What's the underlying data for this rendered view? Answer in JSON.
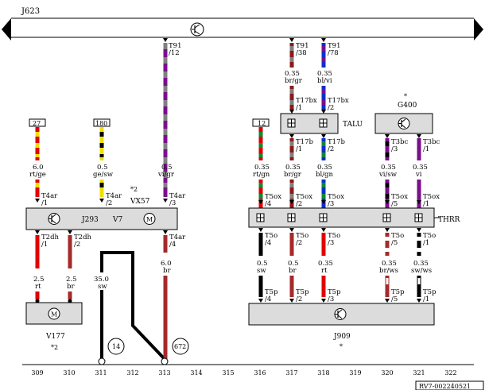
{
  "diagram": {
    "title": "J623",
    "footer_id": "RV7-002240521",
    "rail_numbers": [
      "309",
      "310",
      "311",
      "312",
      "313",
      "314",
      "315",
      "316",
      "317",
      "318",
      "319",
      "320",
      "321",
      "322"
    ],
    "components": {
      "j293": "J293",
      "v7": "V7",
      "vx57": "VX57",
      "vx57_note": "*2",
      "v177": "V177",
      "v177_note": "*2",
      "talu": "TALU",
      "thrr": "THRR",
      "g400": "G400",
      "g400_note": "*",
      "j909": "J909",
      "j909_note": "*"
    },
    "tags": {
      "t27": "27",
      "t180": "180",
      "t12": "12"
    },
    "ground_points": {
      "g14": "14",
      "g672": "672"
    },
    "labels": {
      "t91_12_a": "T91",
      "t91_12_b": "/12",
      "t91_38_a": "T91",
      "t91_38_b": "/38",
      "t91_78_a": "T91",
      "t91_78_b": "/78",
      "w318_top_a": "0.35",
      "w318_top_b": "br/gr",
      "w319_top_a": "0.35",
      "w319_top_b": "bl/vi",
      "t17bx1_a": "T17bx",
      "t17bx1_b": "/1",
      "t17bx2_a": "T17bx",
      "t17bx2_b": "/2",
      "t17b1_a": "T17b",
      "t17b1_b": "/1",
      "t17b2_a": "T17b",
      "t17b2_b": "/2",
      "t3bc3_a": "T3bc",
      "t3bc3_b": "/3",
      "t3bc1_a": "T3bc",
      "t3bc1_b": "/1",
      "w_rtge_a": "6.0",
      "w_rtge_b": "rt/ge",
      "w_gesw_a": "0.5",
      "w_gesw_b": "ge/sw",
      "w_vigr_a": "0.5",
      "w_vigr_b": "vi/gr",
      "w_rtgn_a": "0.35",
      "w_rtgn_b": "rt/gn",
      "w_brgr2_a": "0.35",
      "w_brgr2_b": "br/gr",
      "w_blgn_a": "0.35",
      "w_blgn_b": "bl/gn",
      "w_visw_a": "0.35",
      "w_visw_b": "vi/sw",
      "w_vi_a": "0.35",
      "w_vi_b": "vi",
      "t4ar1_a": "T4ar",
      "t4ar1_b": "/1",
      "t4ar2_a": "T4ar",
      "t4ar2_b": "/2",
      "t4ar3_a": "T4ar",
      "t4ar3_b": "/3",
      "t4ar4_a": "T4ar",
      "t4ar4_b": "/4",
      "t5ox4_a": "T5ox",
      "t5ox4_b": "/4",
      "t5ox2_a": "T5ox",
      "t5ox2_b": "/2",
      "t5ox3_a": "T5ox",
      "t5ox3_b": "/3",
      "t5ox5_a": "T5ox",
      "t5ox5_b": "/5",
      "t5ox1_a": "T5ox",
      "t5ox1_b": "/1",
      "t2dh1_a": "T2dh",
      "t2dh1_b": "/1",
      "t2dh2_a": "T2dh",
      "t2dh2_b": "/2",
      "w_6br_a": "6.0",
      "w_6br_b": "br",
      "t5o4_a": "T5o",
      "t5o4_b": "/4",
      "t5o2_a": "T5o",
      "t5o2_b": "/2",
      "t5o3_a": "T5o",
      "t5o3_b": "/3",
      "t5o5_a": "T5o",
      "t5o5_b": "/5",
      "t5o1_a": "T5o",
      "t5o1_b": "/1",
      "w_25rt_a": "2.5",
      "w_25rt_b": "rt",
      "w_25br_a": "2.5",
      "w_25br_b": "br",
      "w_35sw_a": "35.0",
      "w_35sw_b": "sw",
      "w_05sw_a": "0.5",
      "w_05sw_b": "sw",
      "w_05br_a": "0.5",
      "w_05br_b": "br",
      "w_035rt_a": "0.35",
      "w_035rt_b": "rt",
      "w_brws_a": "0.35",
      "w_brws_b": "br/ws",
      "w_swws_a": "0.35",
      "w_swws_b": "sw/ws",
      "t5p4_a": "T5p",
      "t5p4_b": "/4",
      "t5p2_a": "T5p",
      "t5p2_b": "/2",
      "t5p3_a": "T5p",
      "t5p3_b": "/3",
      "t5p5_a": "T5p",
      "t5p5_b": "/5",
      "t5p1_a": "T5p",
      "t5p1_b": "/1"
    }
  }
}
